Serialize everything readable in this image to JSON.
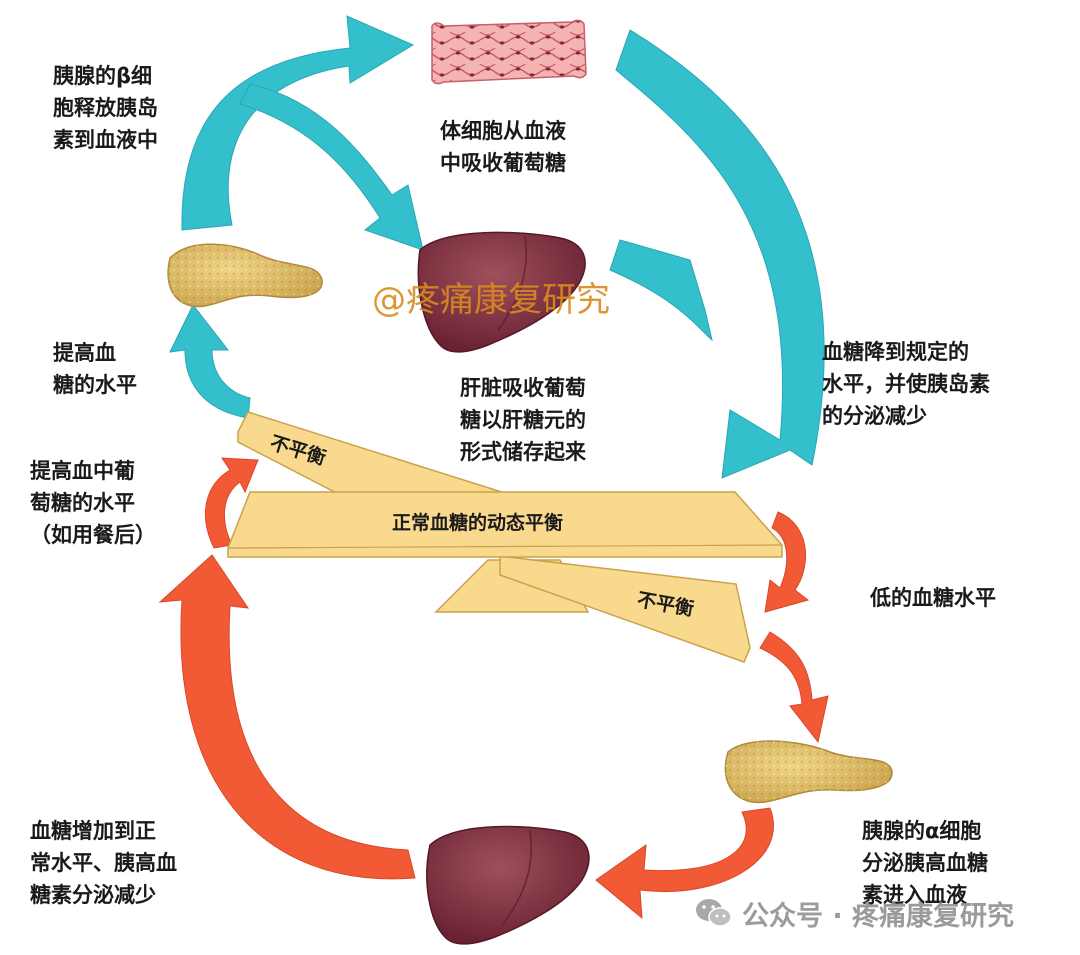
{
  "labels": {
    "beta_cells": "胰腺的β细\n胞释放胰岛\n素到血液中",
    "cells_absorb": "体细胞从血液\n中吸收葡萄糖",
    "raise_level": "提高血\n糖的水平",
    "liver_store": "肝脏吸收葡萄\n糖以肝糖元的\n形式储存起来",
    "sugar_drops": "血糖降到规定的\n水平，并使胰岛素\n的分泌减少",
    "raise_glucose": "提高血中葡\n萄糖的水平\n（如用餐后）",
    "low_level": "低的血糖水平",
    "alpha_cells": "胰腺的α细胞\n分泌胰高血糖\n素进入血液",
    "sugar_rises": "血糖增加到正\n常水平、胰高血\n糖素分泌减少"
  },
  "balance": {
    "normal": "正常血糖的动态平衡",
    "imbalance_top": "不平衡",
    "imbalance_bottom": "不平衡"
  },
  "watermarks": {
    "main": "@疼痛康复研究",
    "footer": "公众号 · 疼痛康复研究"
  },
  "colors": {
    "teal_arrow": "#33bfcc",
    "red_arrow": "#f25a36",
    "beam": "#f9d98e",
    "liver": "#7d3240",
    "pancreas": "#e3c06a",
    "cells": "#f2a6a8"
  }
}
